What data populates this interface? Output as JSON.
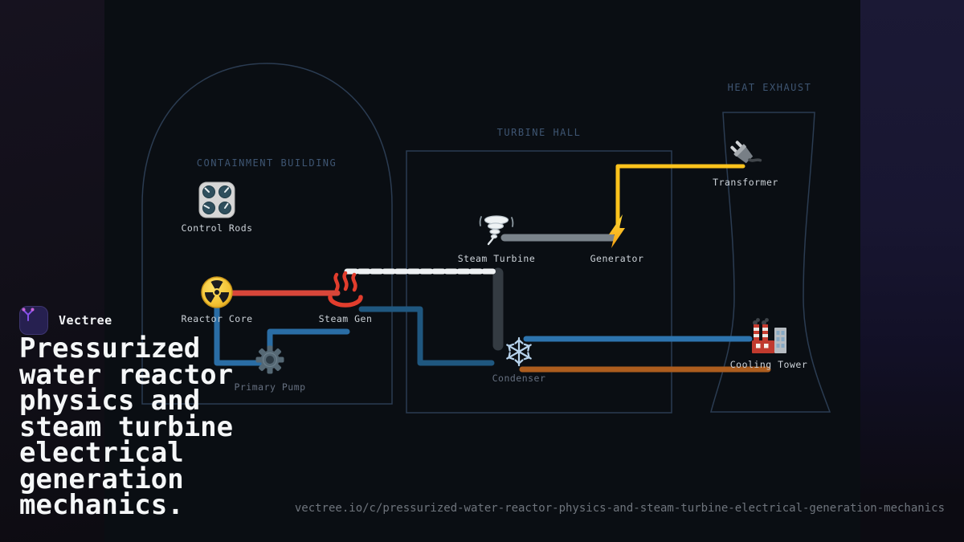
{
  "brand": {
    "name": "Vectree"
  },
  "headline": "Pressurized\nwater reactor\nphysics and\nsteam turbine\nelectrical\ngeneration\nmechanics.",
  "footer_url": "vectree.io/c/pressurized-water-reactor-physics-and-steam-turbine-electrical-generation-mechanics",
  "diagram": {
    "structures": [
      {
        "id": "containment-building",
        "label": "CONTAINMENT BUILDING"
      },
      {
        "id": "turbine-hall",
        "label": "TURBINE HALL"
      },
      {
        "id": "heat-exhaust",
        "label": "HEAT EXHAUST"
      }
    ],
    "components": [
      {
        "id": "control-rods",
        "label": "Control Rods",
        "icon": "control-knobs-icon"
      },
      {
        "id": "reactor-core",
        "label": "Reactor Core",
        "icon": "radiation-icon"
      },
      {
        "id": "steam-gen",
        "label": "Steam Gen",
        "icon": "hot-springs-icon"
      },
      {
        "id": "primary-pump",
        "label": "Primary Pump",
        "icon": "gear-icon"
      },
      {
        "id": "steam-turbine",
        "label": "Steam Turbine",
        "icon": "tornado-icon"
      },
      {
        "id": "generator",
        "label": "Generator",
        "icon": "lightning-icon"
      },
      {
        "id": "condenser",
        "label": "Condenser",
        "icon": "snowflake-icon"
      },
      {
        "id": "transformer",
        "label": "Transformer",
        "icon": "plug-icon"
      },
      {
        "id": "cooling-tower",
        "label": "Cooling Tower",
        "icon": "factory-icon"
      }
    ],
    "connections": [
      {
        "id": "primary-hot-leg",
        "color": "#d8463a"
      },
      {
        "id": "primary-cold-leg",
        "color": "#2a6da5"
      },
      {
        "id": "feedwater-return",
        "color": "#1f577f"
      },
      {
        "id": "cooling-water-supply",
        "color": "#2d74ae"
      },
      {
        "id": "warm-water-discharge",
        "color": "#ad5d1e"
      },
      {
        "id": "turbine-exhaust",
        "color": "#343b42"
      },
      {
        "id": "steam-line",
        "color": "#eef1f3"
      },
      {
        "id": "drive-shaft",
        "color": "#7a838b"
      },
      {
        "id": "electric-transmission",
        "color": "#fbc31c"
      }
    ],
    "outline_color": "#2b3c52"
  },
  "colors": {
    "background": "#0a0e13",
    "right_band_top": "#1b1935",
    "accent_logo": "#8b5cf6",
    "title_text": "#f5f7f8",
    "label_light": "#ccd2d8",
    "label_dim": "#667080",
    "structure_label": "#3e5572"
  }
}
